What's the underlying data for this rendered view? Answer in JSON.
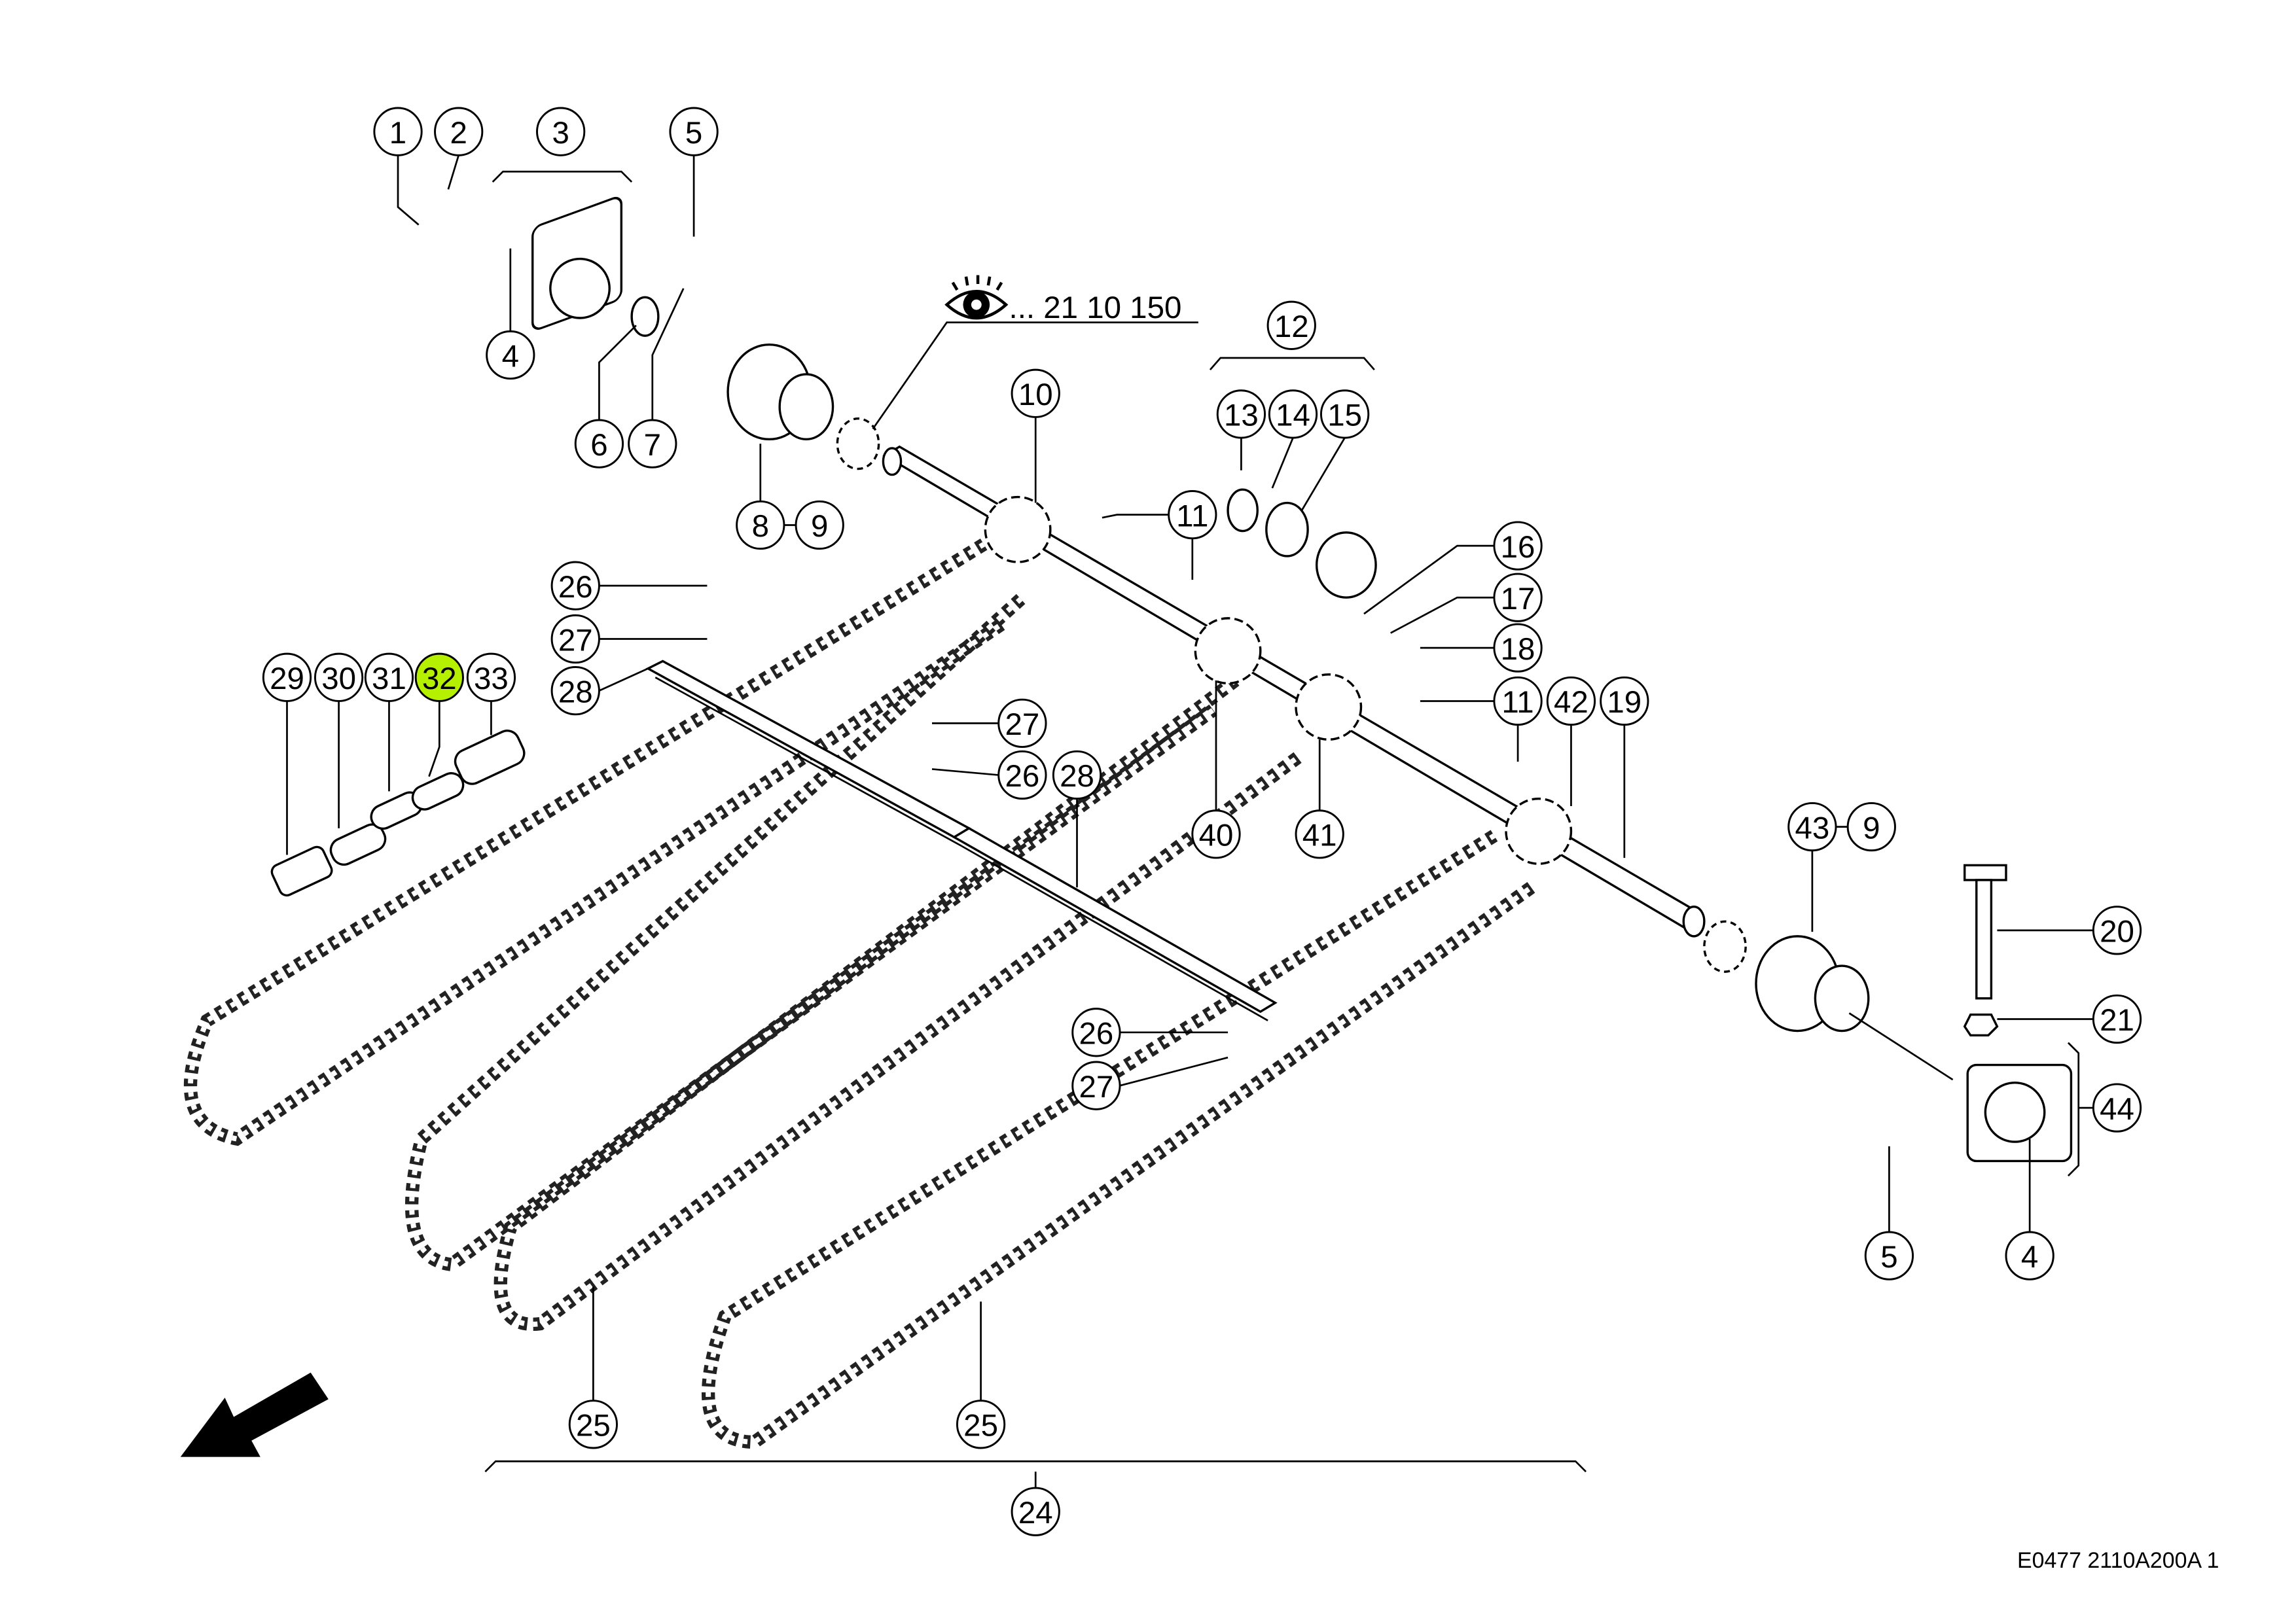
{
  "drawing_code": "E0477 2110A200A 1",
  "reference": {
    "icon": "eye-icon",
    "text": "... 21 10 150"
  },
  "highlight_color": "#b4f000",
  "highlighted_item": "32",
  "callouts": [
    "1",
    "2",
    "3",
    "5",
    "4",
    "6",
    "7",
    "8",
    "9",
    "10",
    "12",
    "13",
    "14",
    "15",
    "11",
    "16",
    "17",
    "18",
    "11",
    "42",
    "19",
    "26",
    "27",
    "28",
    "29",
    "30",
    "31",
    "32",
    "33",
    "27",
    "26",
    "28",
    "40",
    "41",
    "43",
    "9",
    "20",
    "21",
    "44",
    "26",
    "27",
    "5",
    "4",
    "25",
    "25",
    "24"
  ]
}
